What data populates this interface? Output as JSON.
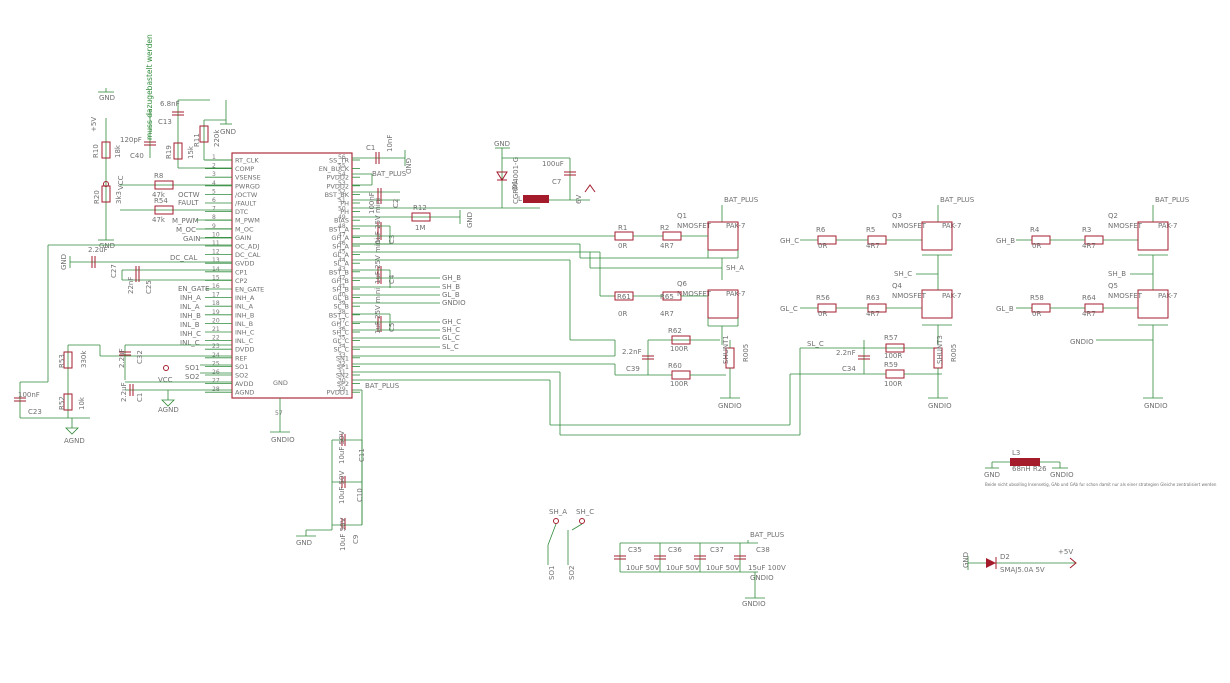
{
  "ic_pins_left": [
    "RT_CLK",
    "COMP",
    "VSENSE",
    "PWRGD",
    "/OCTW",
    "/FAULT",
    "DTC",
    "M_PWM",
    "M_OC",
    "GAIN",
    "OC_ADJ",
    "DC_CAL",
    "GVDD",
    "CP1",
    "CP2",
    "EN_GATE",
    "INH_A",
    "INL_A",
    "INH_B",
    "INL_B",
    "INH_C",
    "INL_C",
    "DVDD",
    "REF",
    "SO1",
    "SO2",
    "AVDD",
    "AGND"
  ],
  "ic_pins_right": [
    "SS_TR",
    "EN_BUCK",
    "PVDD2",
    "PVDD2",
    "BST_BK",
    "PH",
    "PH",
    "BIAS",
    "BST_A",
    "GH_A",
    "SH_A",
    "GL_A",
    "SL_A",
    "BST_B",
    "GH_B",
    "SH_B",
    "GL_B",
    "SL_B",
    "BST_C",
    "GH_C",
    "SH_C",
    "GL_C",
    "SL_C",
    "SN1",
    "SP1",
    "SN2",
    "SP2",
    "PVDD1"
  ],
  "ic_pin_numbers_left": [
    "1",
    "2",
    "3",
    "4",
    "5",
    "6",
    "7",
    "8",
    "9",
    "10",
    "11",
    "12",
    "13",
    "14",
    "15",
    "16",
    "17",
    "18",
    "19",
    "20",
    "21",
    "22",
    "23",
    "24",
    "25",
    "26",
    "27",
    "28"
  ],
  "ic_pin_numbers_right": [
    "56",
    "55",
    "54",
    "53",
    "52",
    "51",
    "50",
    "49",
    "48",
    "47",
    "46",
    "45",
    "44",
    "43",
    "42",
    "41",
    "40",
    "39",
    "38",
    "37",
    "36",
    "35",
    "34",
    "33",
    "32",
    "31",
    "30",
    "29"
  ],
  "ic_gnd_pin": "57",
  "ic_gnd_label": "GND",
  "note_vertical": "muss dazugebastelt werden",
  "left_labels": {
    "gnd_top": "GND",
    "p5v": "+5V",
    "r10": "R10",
    "r10v": "18k",
    "r20": "R20",
    "r20v": "3k3",
    "vcc": "VCC",
    "gnd_l": "GND",
    "pf120": "120pF",
    "c40": "C40",
    "r19": "R19",
    "r19v": "15k",
    "c13": "C13",
    "nf68": "6.8nF",
    "r11": "R11",
    "r11v": "220k",
    "gnd_r11": "GND",
    "r8": "R8",
    "r8v": "47k",
    "r54": "R54",
    "r54v": "47k",
    "octw": "OCTW",
    "fault": "FAULT",
    "mpwm": "M_PWM",
    "moc": "M_OC",
    "gain": "GAIN",
    "dccal": "DC_CAL",
    "gnd_c27": "GND",
    "c27v": "2.2uF",
    "c27": "C27",
    "c25v": "22nF",
    "c25": "C25",
    "engate": "EN_GATE",
    "inha": "INH_A",
    "inla": "INL_A",
    "inhb": "INH_B",
    "inlb": "INL_B",
    "inhc": "INH_C",
    "inlc": "INL_C",
    "r53": "R53",
    "r53v": "330k",
    "c32v": "2.2uF",
    "c32": "C32",
    "so1": "SO1",
    "so2": "SO2",
    "vcc2": "VCC",
    "c1v": "2.2uF",
    "c1": "C1",
    "agnd1": "AGND",
    "nf100": "100nF",
    "c23": "C23",
    "r52": "R52",
    "r52v": "10k",
    "agnd2": "AGND"
  },
  "right_ic_labels": {
    "c1": "C1",
    "c1v": "10nF",
    "gnd_c1": "GND",
    "bat": "BAT_PLUS",
    "c2": "C2",
    "c2v": "100nF",
    "r12": "R12",
    "r12v": "1M",
    "gnd_r12": "GND",
    "c3": "C3",
    "c3v": "1uF 25V mini",
    "c4": "C4",
    "c4v": "1uF 25V mini",
    "c5": "C5",
    "c5v": "1uF 25V mini",
    "gh_b": "GH_B",
    "sh_b": "SH_B",
    "gl_b": "GL_B",
    "gndio": "GNDIO",
    "gh_c": "GH_C",
    "sh_c": "SH_C",
    "gl_c": "GL_C",
    "sl_c": "SL_C",
    "bat2": "BAT_PLUS",
    "gndio2": "GNDIO"
  },
  "buck": {
    "gnd": "GND",
    "d1": "D1",
    "d1v": "CGRM4001-G",
    "l": "L",
    "c7v": "100uF",
    "c7": "C7",
    "v6": "6V"
  },
  "phase_a": {
    "bat": "BAT_PLUS",
    "q1": "Q1",
    "q1t": "NMOSFET",
    "pak": "PAK-7",
    "r1": "R1",
    "r1v": "0R",
    "r2": "R2",
    "r2v": "4R7",
    "sha": "SH_A",
    "q6": "Q6",
    "q6t": "NMOSFET",
    "pak2": "PAK-7",
    "r61": "R61",
    "r61v": "0R",
    "r65": "R65",
    "r65v": "4R7",
    "c39v": "2.2nF",
    "c39": "C39",
    "r62": "R62",
    "r62v": "100R",
    "r60": "R60",
    "r60v": "100R",
    "shunt": "SHUNT1",
    "shuntv": "R005",
    "gndio": "GNDIO"
  },
  "phase_c": {
    "bat": "BAT_PLUS",
    "ghc": "GH_C",
    "r6": "R6",
    "r6v": "0R",
    "r5": "R5",
    "r5v": "4R7",
    "q3": "Q3",
    "q3t": "NMOSFET",
    "pak": "PAK-7",
    "shc": "SH_C",
    "glc": "GL_C",
    "r56": "R56",
    "r56v": "0R",
    "r63": "R63",
    "r63v": "4R7",
    "q4": "Q4",
    "q4t": "NMOSFET",
    "pak2": "PAK-7",
    "slc": "SL_C",
    "c34v": "2.2nF",
    "c34": "C34",
    "r57": "R57",
    "r57v": "100R",
    "r59": "R59",
    "r59v": "100R",
    "shunt": "SHUNT3",
    "shuntv": "R005",
    "gndio": "GNDIO"
  },
  "phase_b": {
    "bat": "BAT_PLUS",
    "ghb": "GH_B",
    "r4": "R4",
    "r4v": "0R",
    "r3": "R3",
    "r3v": "4R7",
    "q2": "Q2",
    "q2t": "NMOSFET",
    "pak": "PAK-7",
    "shb": "SH_B",
    "glb": "GL_B",
    "r58": "R58",
    "r58v": "0R",
    "r64": "R64",
    "r64v": "4R7",
    "q5": "Q5",
    "q5t": "NMOSFET",
    "pak2": "PAK-7",
    "gndio_l": "GNDIO",
    "gndio": "GNDIO"
  },
  "bottom_caps": {
    "c11": "C11",
    "c11v": "10uF 50V",
    "c10": "C10",
    "c10v": "10uF 50V",
    "c9": "C9",
    "c9v": "10uF 50V",
    "gnd": "GND",
    "c35": "C35",
    "c35v": "10uF 50V",
    "c36": "C36",
    "c36v": "10uF 50V",
    "c37": "C37",
    "c37v": "10uF 50V",
    "c38": "C38",
    "c38v": "15uF 100V",
    "bat": "BAT_PLUS",
    "gndio": "GNDIO",
    "gndio2": "GNDIO"
  },
  "solder": {
    "sha": "SH_A",
    "shc": "SH_C",
    "so1": "SO1",
    "so2": "SO2"
  },
  "l3": {
    "name": "L3",
    "value": "68nH R26",
    "gnd": "GND",
    "gndio": "GNDIO",
    "note": "Beide nicht ubsolling Insensetig, GAb und GAb fur schon damit nur als einer strategien Gleiche zentralisiert werden"
  },
  "d2": {
    "gnd": "GND",
    "name": "D2",
    "value": "SMAJ5.0A 5V",
    "p5v": "+5V"
  }
}
